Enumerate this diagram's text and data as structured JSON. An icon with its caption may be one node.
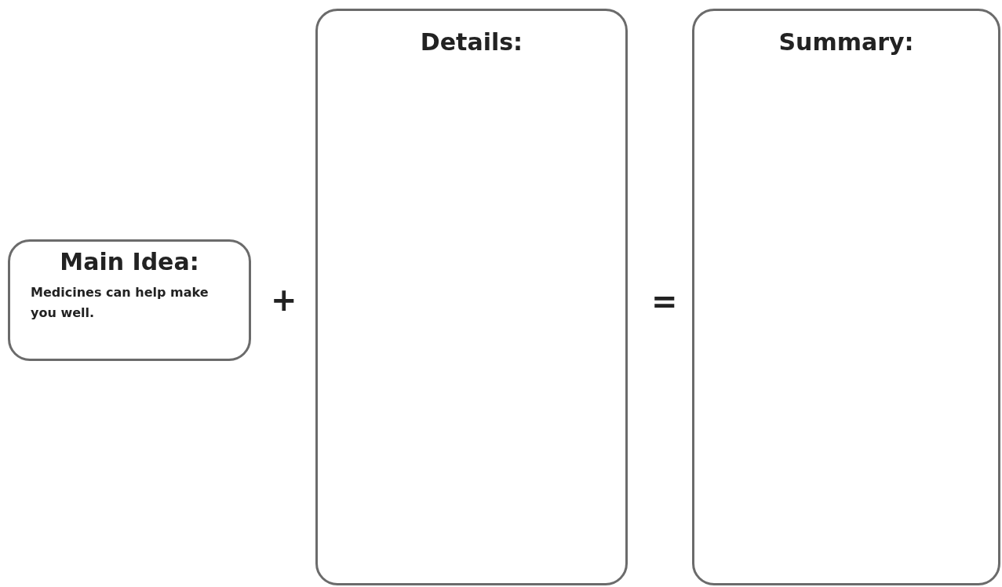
{
  "diagram": {
    "nodes": [
      {
        "text": [
          "Main Idea:",
          "Medicines can help make you well."
        ]
      },
      {
        "text": [
          "Details:"
        ]
      },
      {
        "text": [
          "Summary:"
        ]
      }
    ],
    "edges": [],
    "labels": [
      "+",
      "="
    ]
  }
}
